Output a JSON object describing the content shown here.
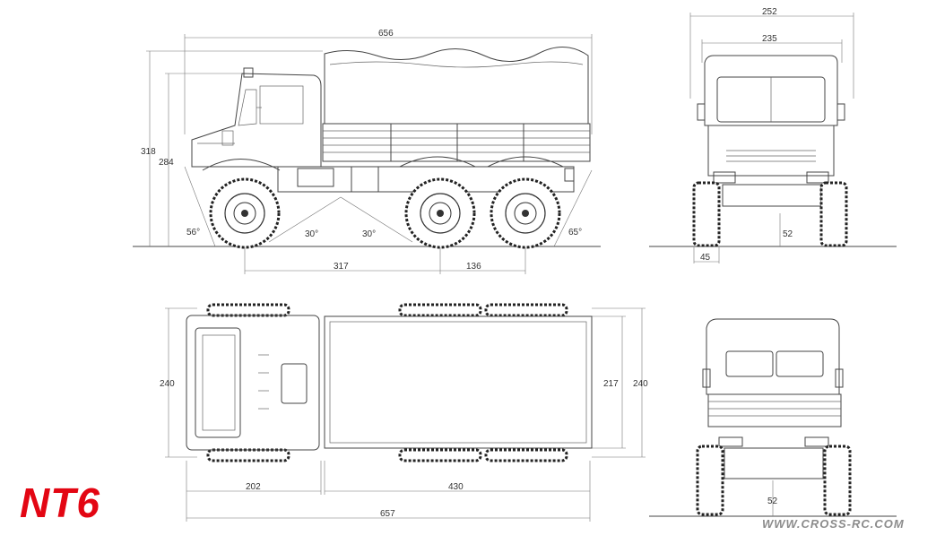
{
  "logo": "NT6",
  "website": "WWW.CROSS-RC.COM",
  "side_view": {
    "overall_length": "656",
    "overall_height": "318",
    "cab_height": "284",
    "wheelbase_front": "317",
    "wheelbase_rear": "136",
    "approach_angle": "56°",
    "breakover_angle_1": "30°",
    "breakover_angle_2": "30°",
    "departure_angle": "65°"
  },
  "front_view": {
    "overall_width": "252",
    "cab_width": "235",
    "ground_clearance": "52",
    "tire_width": "45"
  },
  "top_view": {
    "overall_width": "240",
    "bed_width": "217",
    "bed_width_outer": "240",
    "cab_length": "202",
    "bed_length": "430",
    "overall_length": "657"
  },
  "rear_view": {
    "ground_clearance": "52"
  }
}
